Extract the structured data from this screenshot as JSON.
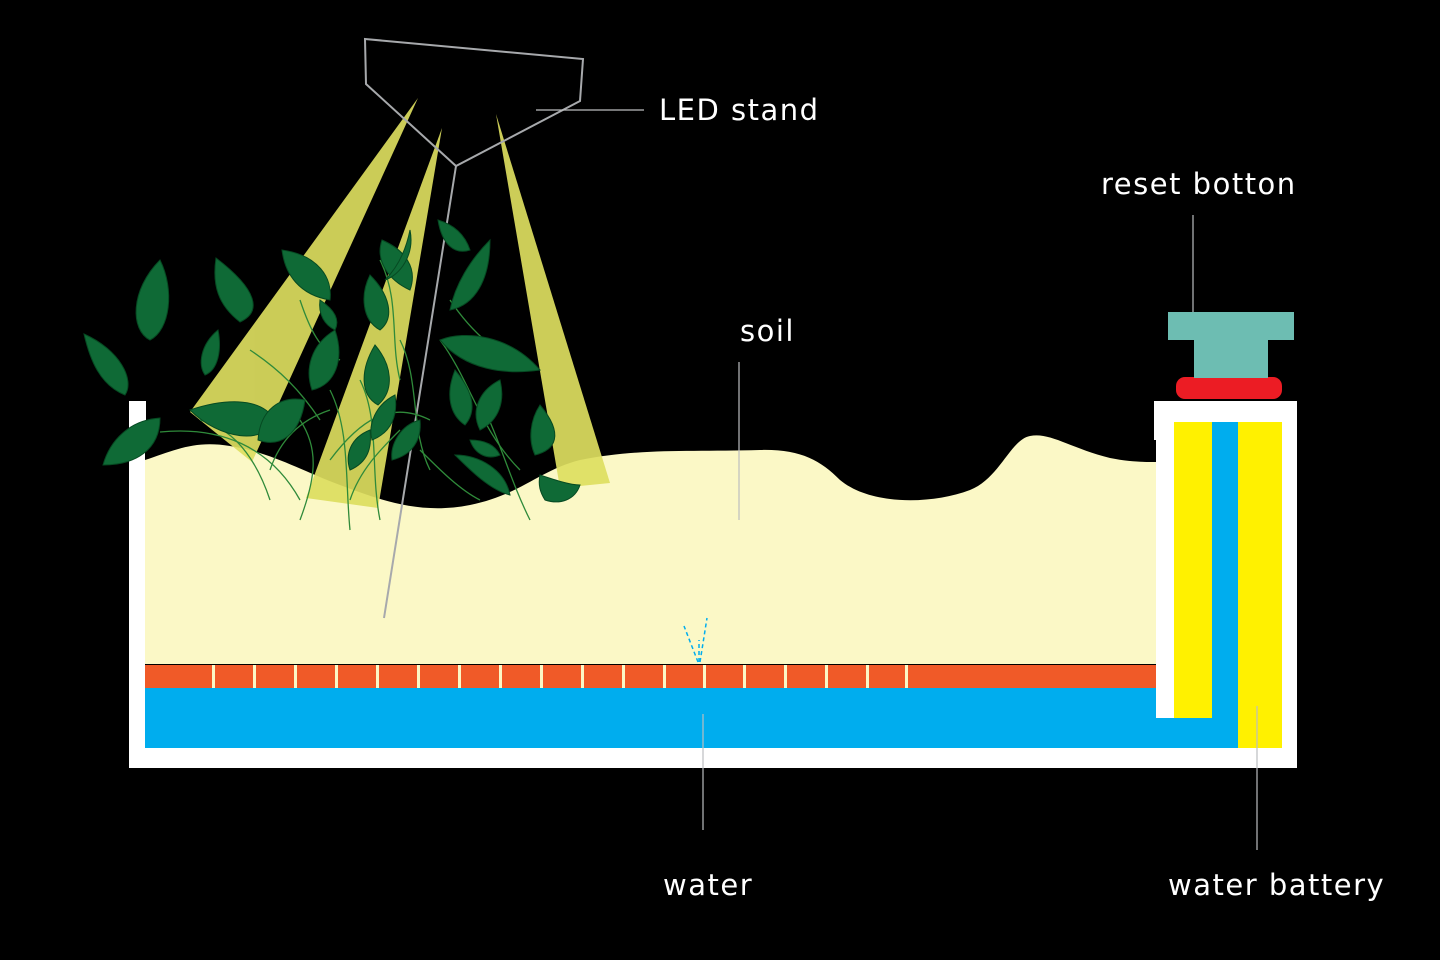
{
  "labels": {
    "led_stand": "LED stand",
    "reset_button": "reset botton",
    "soil": "soil",
    "water": "water",
    "water_battery": "water battery"
  },
  "colors": {
    "background": "#000000",
    "container_wall": "#ffffff",
    "soil": "#fbf8c6",
    "water": "#00adee",
    "perforated_plate": "#f05a28",
    "battery_core": "#fff100",
    "reset_cap": "#6dbdb2",
    "reset_ring": "#ec1c24",
    "light_beam": "#ddde5f",
    "leaf": "#0f6a36",
    "leaf_outline": "#064a22",
    "vine": "#2f8a3a",
    "outline": "#a7a9ac",
    "leader_line": "#bcbec0"
  }
}
